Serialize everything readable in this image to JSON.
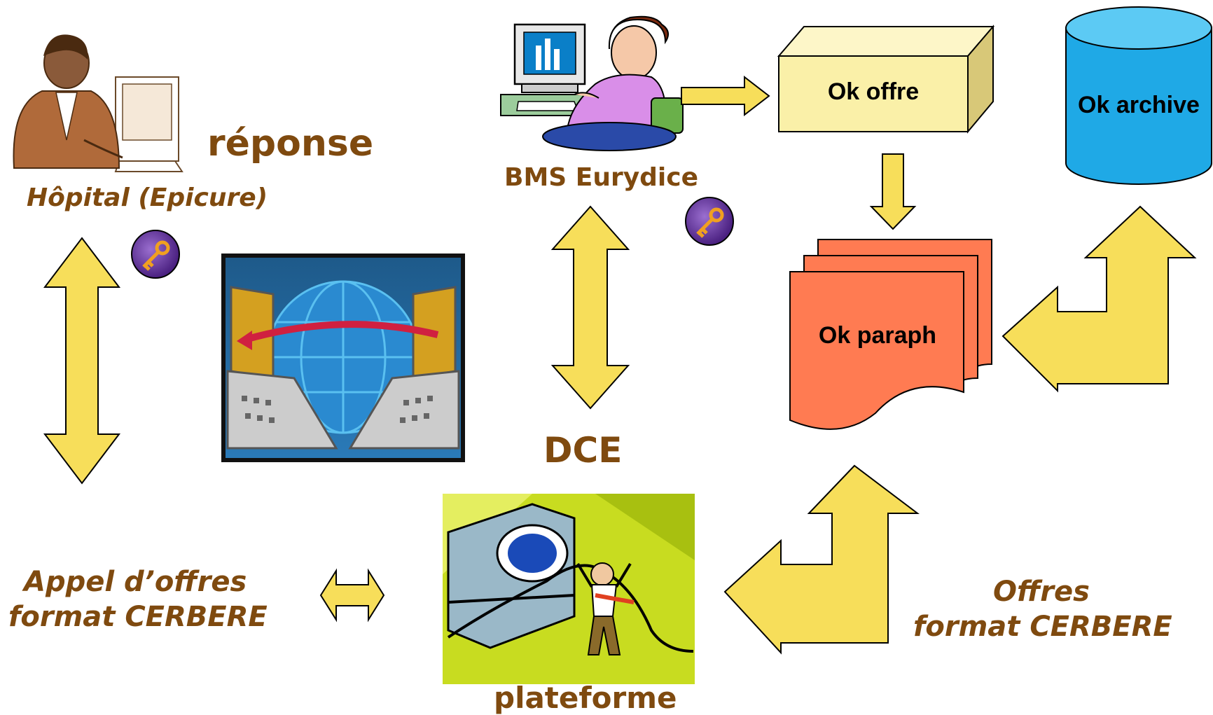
{
  "labels": {
    "hospital": "Hôpital (Epicure)",
    "reponse": "réponse",
    "bms": "BMS Eurydice",
    "dce": "DCE",
    "plateforme": "plateforme",
    "appel_line1": "Appel d’offres",
    "appel_line2": "format CERBERE",
    "offres_line1": "Offres",
    "offres_line2": "format CERBERE",
    "ok_offre": "Ok offre",
    "ok_archive": "Ok archive",
    "ok_paraph": "Ok paraph"
  },
  "colors": {
    "label_brown": "#7f4a0f",
    "arrow_yellow": "#f7de5a",
    "box_yellow": "#faf0a8",
    "doc_orange": "#ff7b52",
    "cylinder_blue": "#1fa9e6",
    "key_purple": "#6b3fa0"
  },
  "icons": [
    "office-worker-icon",
    "woman-computer-icon",
    "network-globe-icon",
    "platform-person-icon",
    "key-icon"
  ]
}
